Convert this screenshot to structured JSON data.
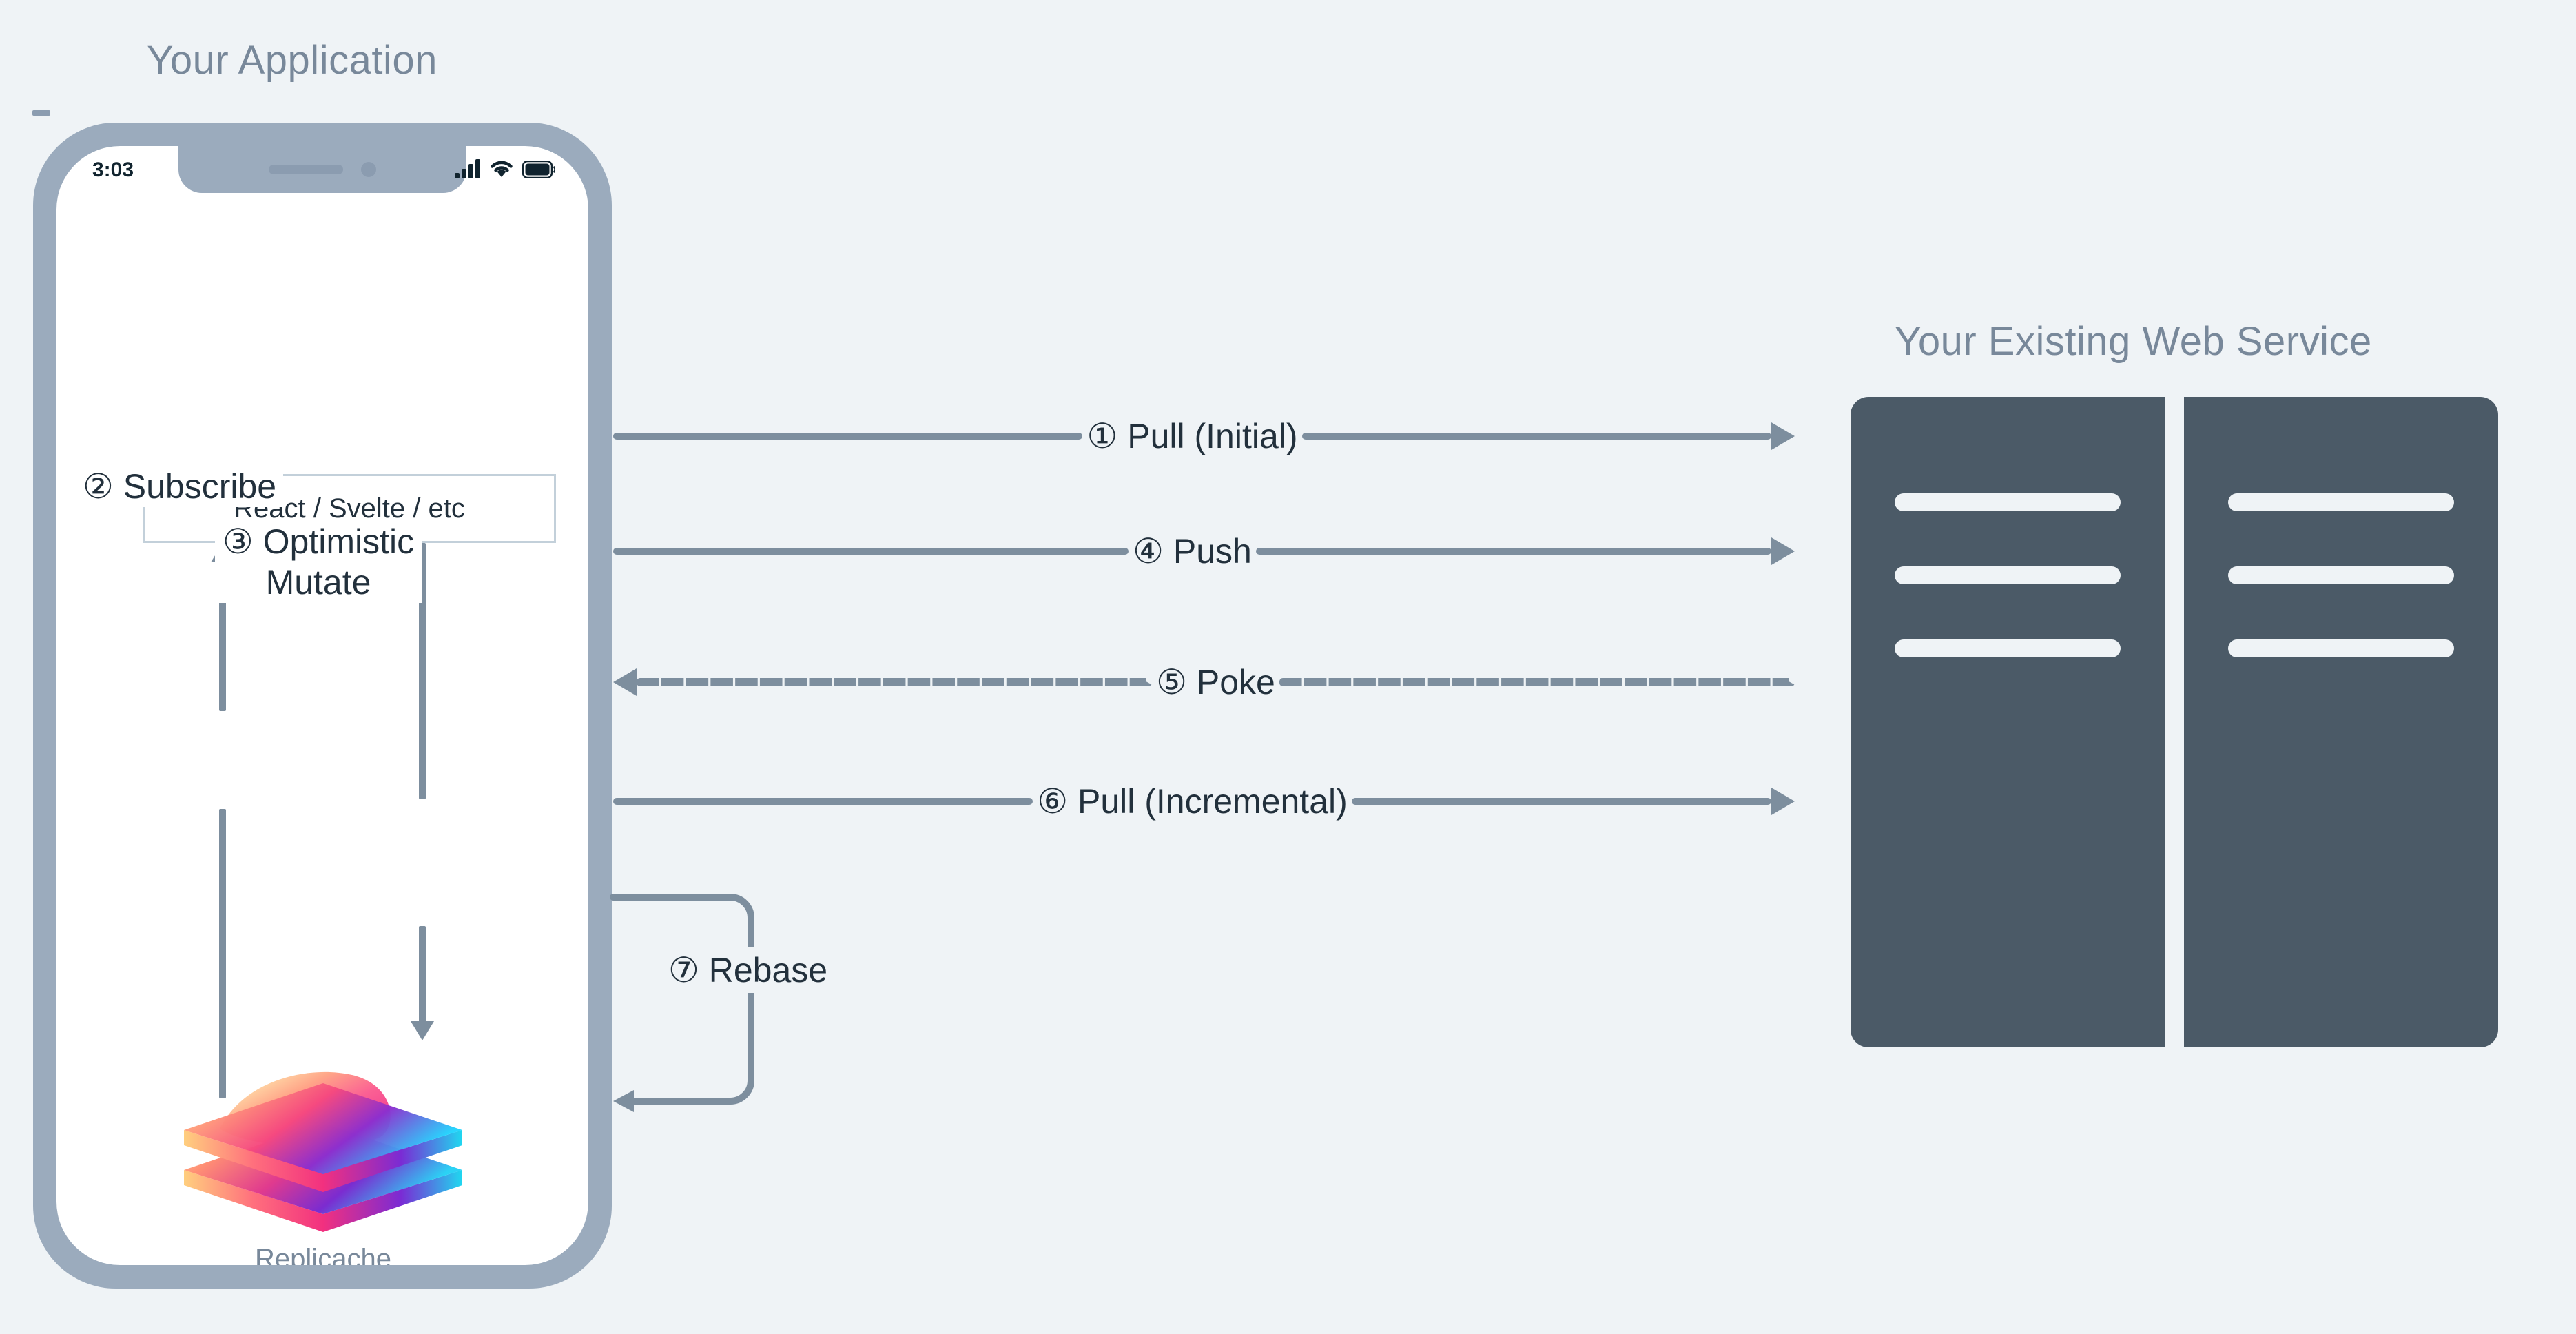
{
  "background_color": "#eff3f6",
  "colors": {
    "background": "#eff3f6",
    "title_gray": "#78889a",
    "text_dark": "#22303c",
    "arrow_gray": "#7d8e9e",
    "phone_frame": "#9babbd",
    "phone_screen": "#ffffff",
    "box_border": "#c3d0da",
    "server_dark": "#4b5a67",
    "server_bar": "#eff3f6"
  },
  "app": {
    "title": "Your Application",
    "status_bar": {
      "time": "3:03",
      "icons": [
        "cellular-signal-icon",
        "wifi-icon",
        "battery-icon"
      ]
    },
    "framework_box": {
      "label": "React / Svelte / etc"
    },
    "steps": [
      {
        "number": "②",
        "label": "Subscribe"
      },
      {
        "number": "③",
        "label": "Optimistic Mutate"
      }
    ],
    "storage": {
      "name": "Replicache",
      "logo": "replicache-layers-logo"
    }
  },
  "service": {
    "title": "Your Existing Web Service",
    "racks": [
      {
        "name": "server-rack-left",
        "bars": 3
      },
      {
        "name": "server-rack-right",
        "bars": 3
      }
    ]
  },
  "flows": [
    {
      "id": "pull-initial",
      "number": "①",
      "label": "Pull (Initial)",
      "direction": "right",
      "style": "solid"
    },
    {
      "id": "push",
      "number": "④",
      "label": "Push",
      "direction": "right",
      "style": "solid"
    },
    {
      "id": "poke",
      "number": "⑤",
      "label": "Poke",
      "direction": "left",
      "style": "dashed"
    },
    {
      "id": "pull-incr",
      "number": "⑥",
      "label": "Pull (Incremental)",
      "direction": "right",
      "style": "solid"
    }
  ],
  "rebase": {
    "number": "⑦",
    "label": "Rebase"
  }
}
